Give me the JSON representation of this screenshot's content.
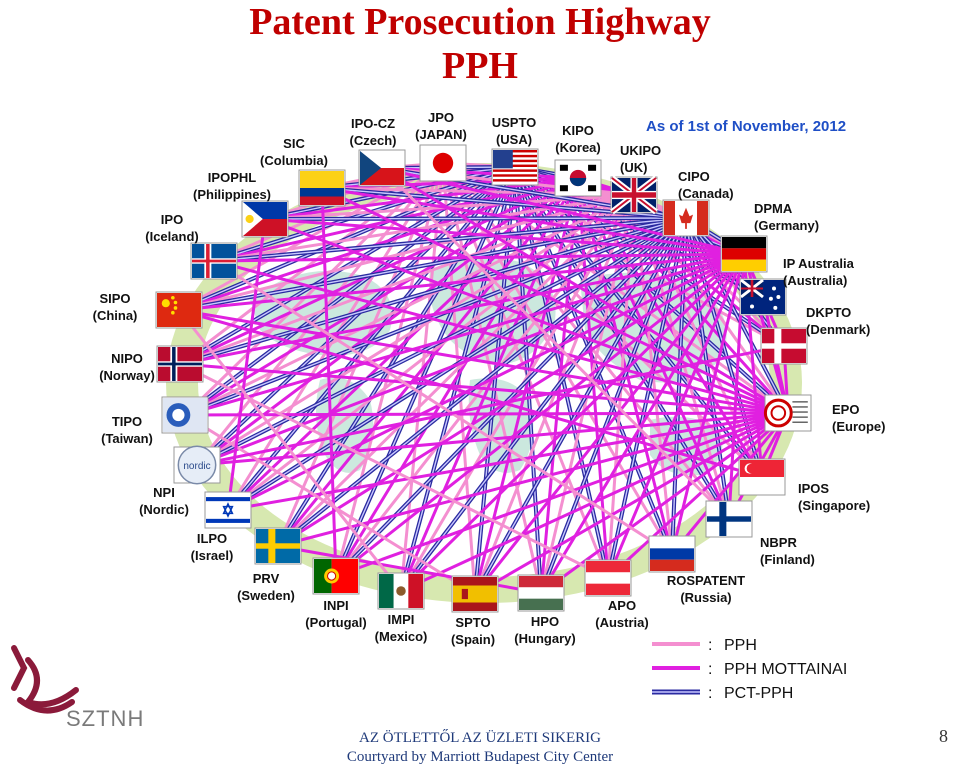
{
  "title_line1": "Patent Prosecution Highway",
  "title_line2": "PPH",
  "as_of": "As of 1st of November, 2012",
  "offices": [
    {
      "abbr": "JPO",
      "country": "(JAPAN)",
      "flag": "jp"
    },
    {
      "abbr": "USPTO",
      "country": "(USA)",
      "flag": "us"
    },
    {
      "abbr": "KIPO",
      "country": "(Korea)",
      "flag": "kr"
    },
    {
      "abbr": "UKIPO",
      "country": "(UK)",
      "flag": "uk"
    },
    {
      "abbr": "CIPO",
      "country": "(Canada)",
      "flag": "ca"
    },
    {
      "abbr": "DPMA",
      "country": "(Germany)",
      "flag": "de"
    },
    {
      "abbr": "IP Australia",
      "country": "(Australia)",
      "flag": "au"
    },
    {
      "abbr": "DKPTO",
      "country": "(Denmark)",
      "flag": "dk"
    },
    {
      "abbr": "EPO",
      "country": "(Europe)",
      "flag": "epo"
    },
    {
      "abbr": "IPOS",
      "country": "(Singapore)",
      "flag": "sg"
    },
    {
      "abbr": "NBPR",
      "country": "(Finland)",
      "flag": "fi"
    },
    {
      "abbr": "ROSPATENT",
      "country": "(Russia)",
      "flag": "ru"
    },
    {
      "abbr": "APO",
      "country": "(Austria)",
      "flag": "at"
    },
    {
      "abbr": "HPO",
      "country": "(Hungary)",
      "flag": "hu"
    },
    {
      "abbr": "SPTO",
      "country": "(Spain)",
      "flag": "es"
    },
    {
      "abbr": "IMPI",
      "country": "(Mexico)",
      "flag": "mx"
    },
    {
      "abbr": "INPI",
      "country": "(Portugal)",
      "flag": "pt"
    },
    {
      "abbr": "PRV",
      "country": "(Sweden)",
      "flag": "se"
    },
    {
      "abbr": "ILPO",
      "country": "(Israel)",
      "flag": "il"
    },
    {
      "abbr": "NPI",
      "country": "(Nordic)",
      "flag": "nordic"
    },
    {
      "abbr": "TIPO",
      "country": "(Taiwan)",
      "flag": "tw"
    },
    {
      "abbr": "NIPO",
      "country": "(Norway)",
      "flag": "no"
    },
    {
      "abbr": "SIPO",
      "country": "(China)",
      "flag": "cn"
    },
    {
      "abbr": "IPO",
      "country": "(Iceland)",
      "flag": "is"
    },
    {
      "abbr": "IPOPHL",
      "country": "(Philippines)",
      "flag": "ph"
    },
    {
      "abbr": "SIC",
      "country": "(Columbia)",
      "flag": "co"
    },
    {
      "abbr": "IPO-CZ",
      "country": "(Czech)",
      "flag": "cz"
    }
  ],
  "legend": [
    {
      "sep": ":",
      "label": "PPH",
      "style": "pph",
      "color": "#f48fd0"
    },
    {
      "sep": ":",
      "label": "PPH  MOTTAINAI",
      "style": "mottainai",
      "color": "#e020e0"
    },
    {
      "sep": ":",
      "label": "PCT-PPH",
      "style": "pct",
      "color": "#3a3ab8"
    }
  ],
  "footer_line1": "AZ ÖTLETTŐL AZ ÜZLETI SIKERIG",
  "footer_line2": "Courtyard by Marriott Budapest City Center",
  "logo_text": "SZTNH",
  "page_number": "8"
}
